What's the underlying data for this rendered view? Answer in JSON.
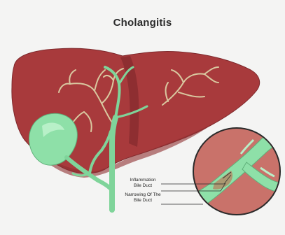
{
  "title": "Cholangitis",
  "labels": {
    "inflammation_line1": "Inflammation",
    "inflammation_line2": "Bile Duct",
    "narrowing_line1": "Narrowing Of The",
    "narrowing_line2": "Bile Duct"
  },
  "colors": {
    "background": "#f4f4f3",
    "liver": "#a83a3c",
    "liver_dark": "#8e2e31",
    "bile_duct": "#7fd49a",
    "bile_duct_light": "#b8f0c8",
    "gallbladder": "#8ee0a8",
    "magnifier_fill": "#c9726a",
    "outline": "#2a2a2a",
    "vessel": "#d9c8a0"
  }
}
